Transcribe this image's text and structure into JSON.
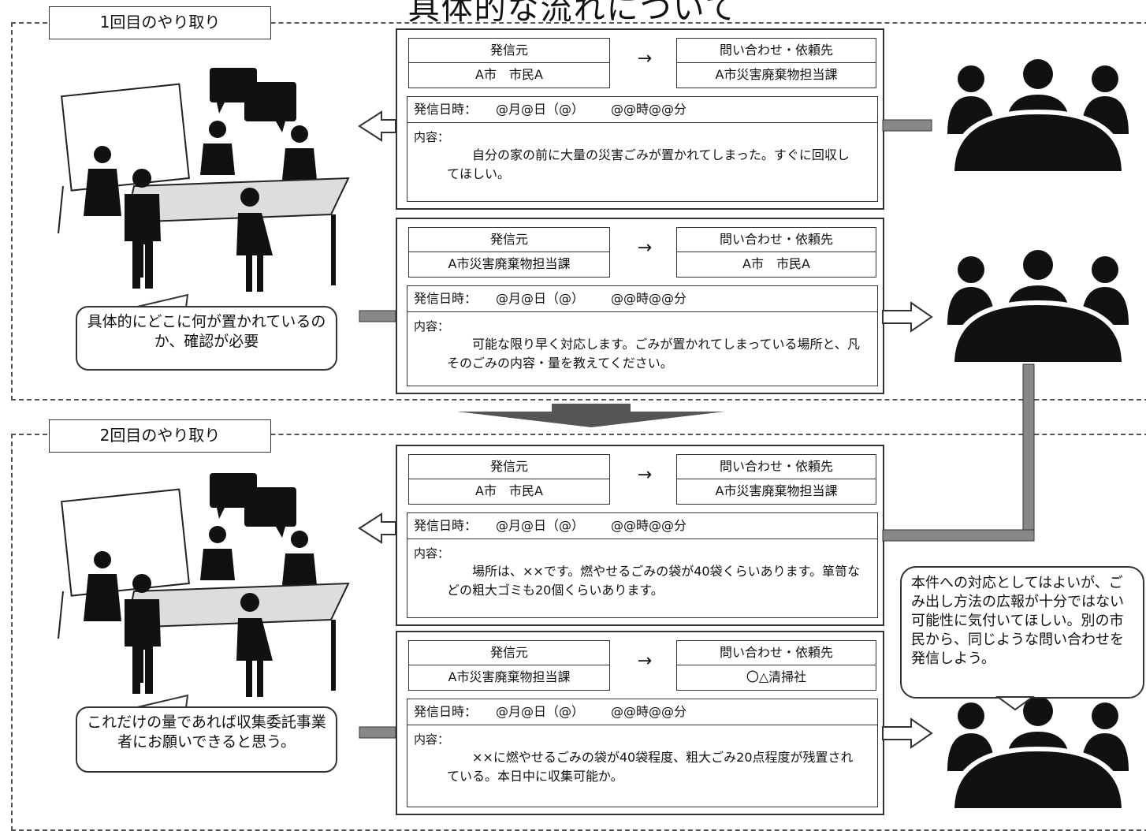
{
  "title": "具体的な流れについて",
  "sections": [
    {
      "label": "1回目のやり取り"
    },
    {
      "label": "2回目のやり取り"
    }
  ],
  "cards": [
    {
      "from_header": "発信元",
      "from": "A市　市民A",
      "to_header": "問い合わせ・依頼先",
      "to": "A市災害廃棄物担当課",
      "arrow": "→",
      "datetime_label": "発信日時：",
      "datetime": "@月@日（@）",
      "time": "@@時@@分",
      "content_label": "内容：",
      "content": "自分の家の前に大量の災害ごみが置かれてしまった。すぐに回収してほしい。"
    },
    {
      "from_header": "発信元",
      "from": "A市災害廃棄物担当課",
      "to_header": "問い合わせ・依頼先",
      "to": "A市　市民A",
      "arrow": "→",
      "datetime_label": "発信日時：",
      "datetime": "@月@日（@）",
      "time": "@@時@@分",
      "content_label": "内容：",
      "content": "可能な限り早く対応します。ごみが置かれてしまっている場所と、凡そのごみの内容・量を教えてください。"
    },
    {
      "from_header": "発信元",
      "from": "A市　市民A",
      "to_header": "問い合わせ・依頼先",
      "to": "A市災害廃棄物担当課",
      "arrow": "→",
      "datetime_label": "発信日時：",
      "datetime": "@月@日（@）",
      "time": "@@時@@分",
      "content_label": "内容：",
      "content": "場所は、××です。燃やせるごみの袋が40袋くらいあります。箪笥などの粗大ゴミも20個くらいあります。"
    },
    {
      "from_header": "発信元",
      "from": "A市災害廃棄物担当課",
      "to_header": "問い合わせ・依頼先",
      "to": "〇△清掃社",
      "arrow": "→",
      "datetime_label": "発信日時：",
      "datetime": "@月@日（@）",
      "time": "@@時@@分",
      "content_label": "内容：",
      "content": "××に燃やせるごみの袋が40袋程度、粗大ごみ20点程度が残置されている。本日中に収集可能か。"
    }
  ],
  "bubbles": {
    "left_1": "具体的にどこに何が置かれているのか、確認が必要",
    "left_2": "これだけの量であれば収集委託事業者にお願いできると思う。",
    "right": "本件への対応としてはよいが、ごみ出し方法の広報が十分ではない可能性に気付いてほしい。別の市民から、同じような問い合わせを発信しよう。"
  },
  "icons": [
    "meeting-room-icon",
    "group-icon",
    "speech-bubble-icon"
  ]
}
